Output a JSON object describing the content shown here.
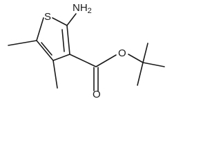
{
  "molecule": {
    "atoms": {
      "sulfur": "S",
      "nitrogen": "NH",
      "nitrogen_subscript": "2",
      "ester_oxygen": "O",
      "carbonyl_oxygen": "O"
    }
  }
}
